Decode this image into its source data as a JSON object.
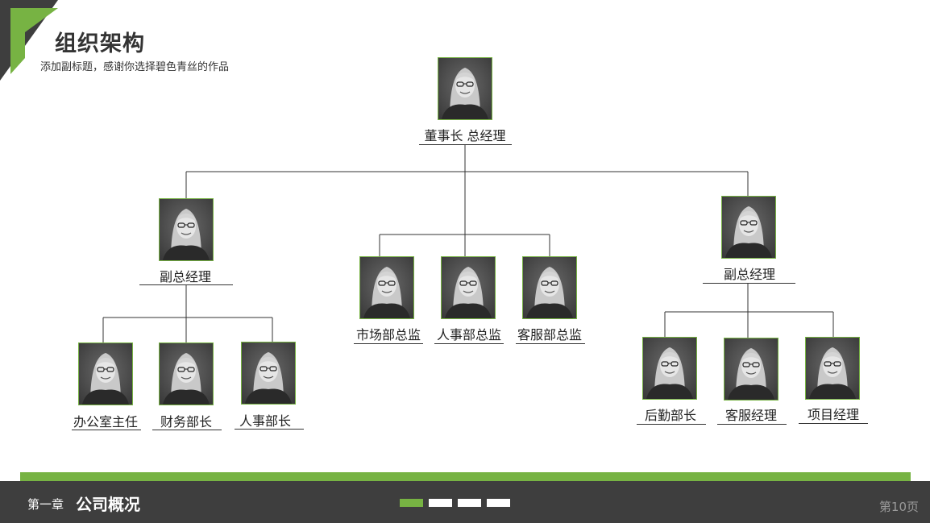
{
  "header": {
    "title": "组织架构",
    "subtitle": "添加副标题，感谢你选择碧色青丝的作品"
  },
  "colors": {
    "accent": "#77b343",
    "footer": "#3e3e3e",
    "line": "#333333"
  },
  "org": {
    "chairman": "董事长 总经理",
    "vp_left": "副总经理",
    "vp_right": "副总经理",
    "left_reports": [
      "办公室主任",
      "财务部长",
      "人事部长"
    ],
    "center_reports": [
      "市场部总监",
      "人事部总监",
      "客服部总监"
    ],
    "right_reports": [
      "后勤部长",
      "客服经理",
      "项目经理"
    ]
  },
  "footer": {
    "chapter": "第一章",
    "section": "公司概况",
    "page": "第10页",
    "pager": {
      "total": 4,
      "active": 1
    }
  }
}
